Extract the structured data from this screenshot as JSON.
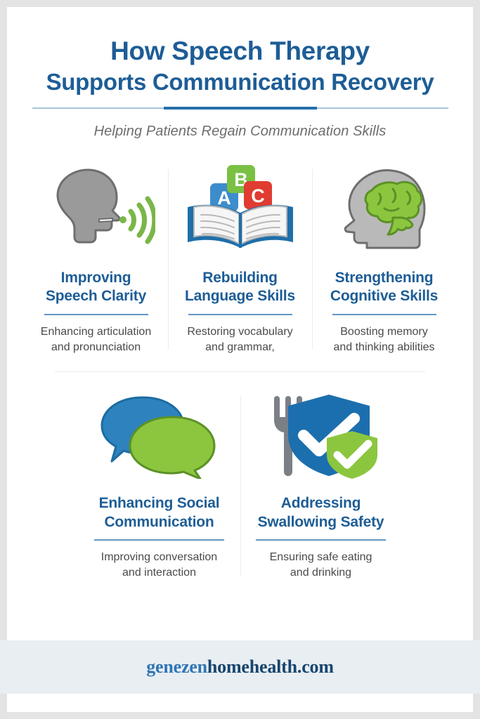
{
  "header": {
    "title_line1": "How Speech Therapy",
    "title_line2": "Supports Communication Recovery",
    "subtitle": "Helping Patients Regain Communication Skills"
  },
  "colors": {
    "brand_blue": "#1d5d96",
    "accent_blue": "#6496c2",
    "rule_light": "#a9c4da",
    "rule_dark": "#2570aa",
    "green": "#7ac143",
    "red": "#e03c31",
    "icon_gray": "#9a9a9a",
    "shield_blue": "#1c6fae",
    "bubble_blue": "#2e82bd",
    "page_bg": "#e4e4e4",
    "card_bg": "#ffffff",
    "footer_bg": "#e9eef2",
    "subtitle_gray": "#6d6d6d",
    "body_gray": "#4a4a4a"
  },
  "row1": [
    {
      "icon": "speaking-head-icon",
      "title_line1": "Improving",
      "title_line2": "Speech Clarity",
      "desc_line1": "Enhancing articulation",
      "desc_line2": "and pronunciation"
    },
    {
      "icon": "open-book-abc-blocks-icon",
      "title_line1": "Rebuilding",
      "title_line2": "Language Skills",
      "desc_line1": "Restoring vocabulary",
      "desc_line2": "and grammar,"
    },
    {
      "icon": "head-brain-icon",
      "title_line1": "Strengthening",
      "title_line2": "Cognitive Skills",
      "desc_line1": "Boosting memory",
      "desc_line2": "and thinking abilities"
    }
  ],
  "row2": [
    {
      "icon": "speech-bubbles-icon",
      "title_line1": "Enhancing Social",
      "title_line2": "Communication",
      "desc_line1": "Improving conversation",
      "desc_line2": "and interaction"
    },
    {
      "icon": "fork-shield-check-icon",
      "title_line1": "Addressing",
      "title_line2": "Swallowing Safety",
      "desc_line1": "Ensuring safe eating",
      "desc_line2": "and drinking"
    }
  ],
  "book_blocks": [
    {
      "letter": "A",
      "color": "#3d8dcc"
    },
    {
      "letter": "B",
      "color": "#7ac143"
    },
    {
      "letter": "C",
      "color": "#e03c31"
    }
  ],
  "footer": {
    "url_part1": "genezen",
    "url_part2": "homehealth.com"
  }
}
